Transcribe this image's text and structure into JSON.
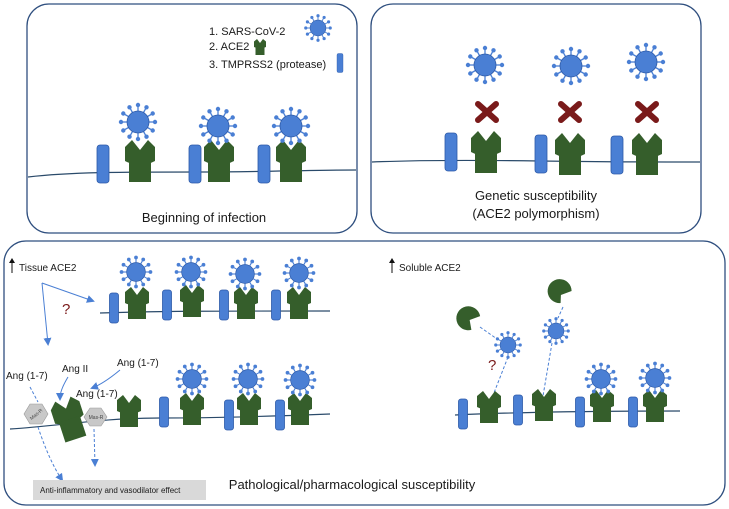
{
  "panel_top_left": {
    "legend": {
      "virus": "1. SARS-CoV-2",
      "ace2": "2. ACE2",
      "tmprss2": "3. TMPRSS2 (protease)"
    },
    "caption": "Beginning of infection"
  },
  "panel_top_right": {
    "caption_line1": "Genetic susceptibility",
    "caption_line2": "(ACE2 polymorphism)"
  },
  "panel_bottom": {
    "tissue_label": "Tissue ACE2",
    "soluble_label": "Soluble ACE2",
    "question_mark": "?",
    "question_mark_right": "?",
    "ang_ii": "Ang II",
    "ang_17_left": "Ang (1-7)",
    "ang_17_center": "Ang (1-7)",
    "ang_17_top": "Ang (1-7)",
    "mas_r": "Mas-R",
    "effect_box": "Anti-inflammatory and vasodilator effect",
    "caption": "Pathological/pharmacological susceptibility"
  },
  "colors": {
    "ace2": "#355e2b",
    "tmprss2": "#4a7fd4",
    "virus_body": "#4a7fd4",
    "cross": "#7a1a1a",
    "membrane": "#2a4a6a",
    "panel_border": "#2f4f7f"
  }
}
